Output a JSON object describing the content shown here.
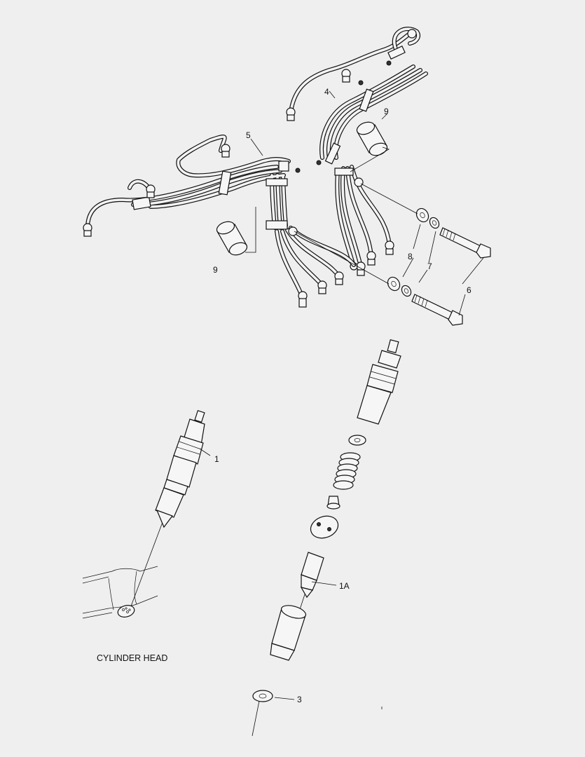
{
  "callouts": {
    "c1": "1",
    "c1a": "1A",
    "c3": "3",
    "c4": "4",
    "c5": "5",
    "c6": "6",
    "c7": "7",
    "c8": "8",
    "c9a": "9",
    "c9b": "9"
  },
  "captions": {
    "cylinder_head": "CYLINDER HEAD"
  }
}
